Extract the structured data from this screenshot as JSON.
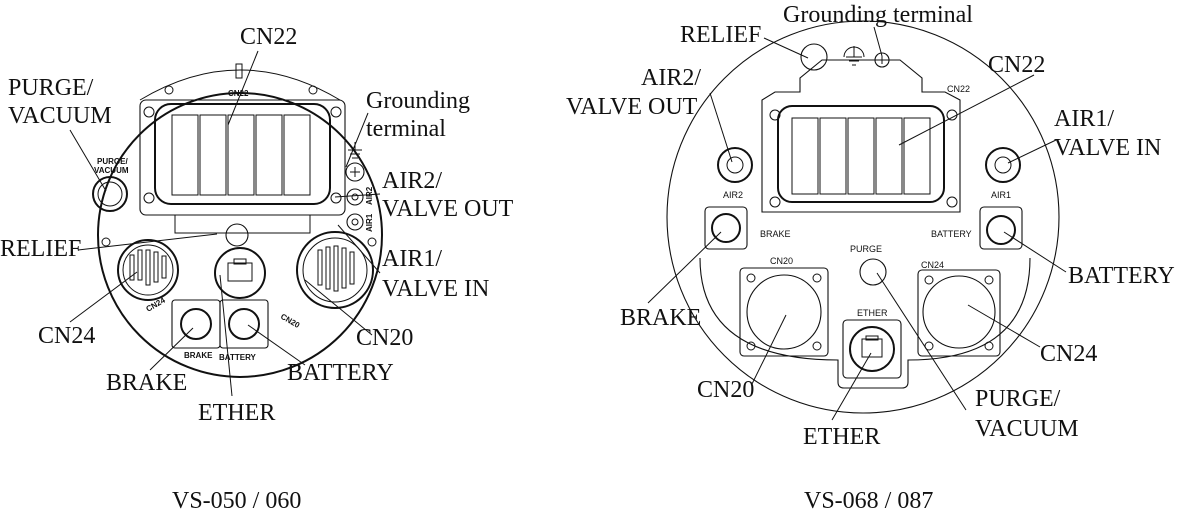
{
  "diagrams": [
    {
      "title": "VS-050 / 060",
      "callouts": {
        "cn22": "CN22",
        "purge_1": "PURGE/",
        "purge_2": "VACUUM",
        "ground_1": "Grounding",
        "ground_2": "terminal",
        "air2_1": "AIR2/",
        "air2_2": "VALVE OUT",
        "relief": "RELIEF",
        "air1_1": "AIR1/",
        "air1_2": "VALVE IN",
        "cn24": "CN24",
        "cn20": "CN20",
        "brake": "BRAKE",
        "battery": "BATTERY",
        "ether": "ETHER"
      },
      "panel_labels": {
        "cn22": "CN22",
        "purge_1": "PURGE/",
        "purge_2": "VACUUM",
        "air2": "AIR2",
        "air1": "AIR1",
        "cn24": "CN24",
        "cn20": "CN20",
        "brake": "BRAKE",
        "battery": "BATTERY"
      }
    },
    {
      "title": "VS-068 / 087",
      "callouts": {
        "ground": "Grounding terminal",
        "relief": "RELIEF",
        "cn22": "CN22",
        "air2_1": "AIR2/",
        "air2_2": "VALVE OUT",
        "air1_1": "AIR1/",
        "air1_2": "VALVE IN",
        "battery": "BATTERY",
        "brake": "BRAKE",
        "cn24": "CN24",
        "cn20": "CN20",
        "purge_1": "PURGE/",
        "purge_2": "VACUUM",
        "ether": "ETHER"
      },
      "panel_labels": {
        "cn22": "CN22",
        "air2": "AIR2",
        "air1": "AIR1",
        "brake": "BRAKE",
        "battery": "BATTERY",
        "purge": "PURGE",
        "cn20": "CN20",
        "cn24": "CN24",
        "ether": "ETHER"
      }
    }
  ]
}
